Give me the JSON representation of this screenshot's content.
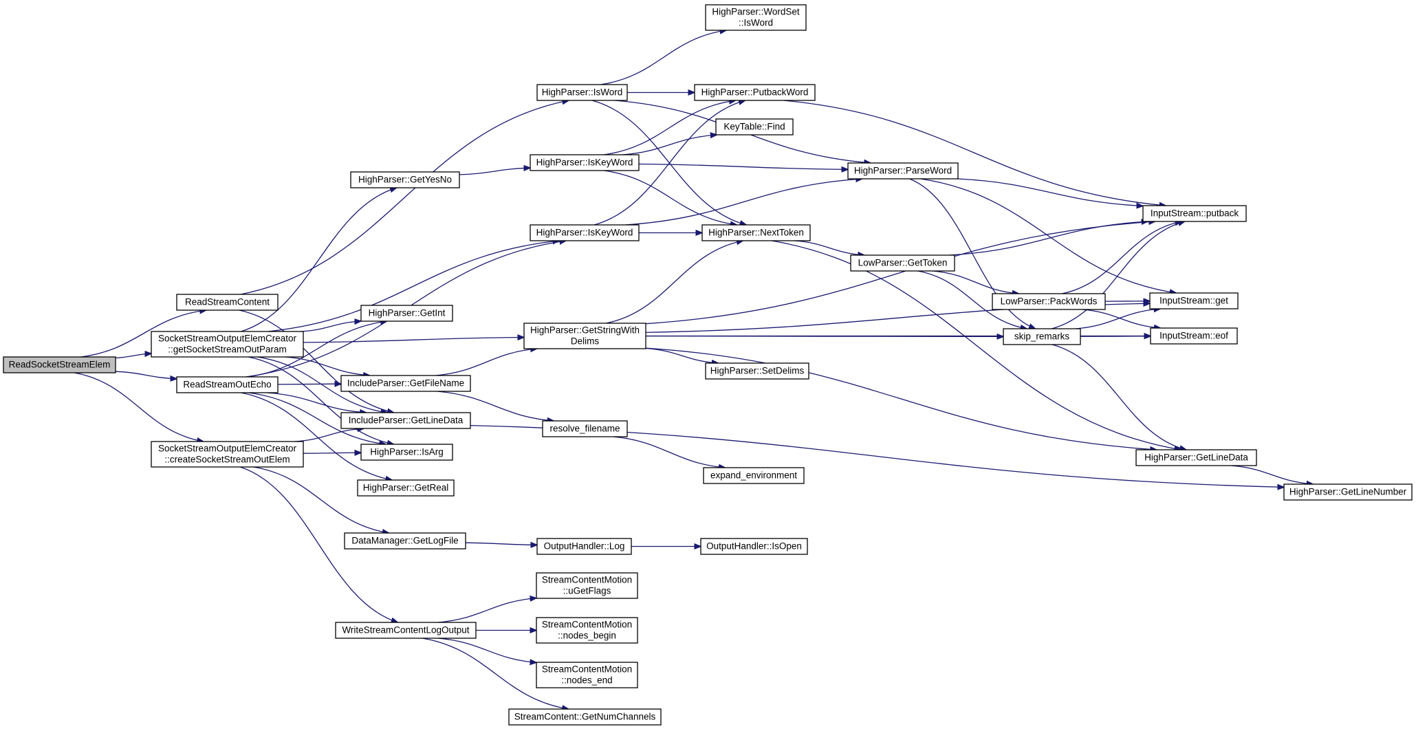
{
  "graph": {
    "nodes": [
      {
        "id": "root",
        "lines": [
          "ReadSocketStreamElem"
        ],
        "root": true
      },
      {
        "id": "rsc",
        "lines": [
          "ReadStreamContent"
        ]
      },
      {
        "id": "getsock",
        "lines": [
          "SocketStreamOutputElemCreator",
          "::getSocketStreamOutParam"
        ]
      },
      {
        "id": "echo",
        "lines": [
          "ReadStreamOutEcho"
        ]
      },
      {
        "id": "create",
        "lines": [
          "SocketStreamOutputElemCreator",
          "::createSocketStreamOutElem"
        ]
      },
      {
        "id": "yesno",
        "lines": [
          "HighParser::GetYesNo"
        ]
      },
      {
        "id": "getint",
        "lines": [
          "HighParser::GetInt"
        ]
      },
      {
        "id": "ipfile",
        "lines": [
          "IncludeParser::GetFileName"
        ]
      },
      {
        "id": "ipline",
        "lines": [
          "IncludeParser::GetLineData"
        ]
      },
      {
        "id": "isarg",
        "lines": [
          "HighParser::IsArg"
        ]
      },
      {
        "id": "getreal",
        "lines": [
          "HighParser::GetReal"
        ]
      },
      {
        "id": "logfile",
        "lines": [
          "DataManager::GetLogFile"
        ]
      },
      {
        "id": "wsclo",
        "lines": [
          "WriteStreamContentLogOutput"
        ]
      },
      {
        "id": "isword",
        "lines": [
          "HighParser::IsWord"
        ]
      },
      {
        "id": "iskw1",
        "lines": [
          "HighParser::IsKeyWord"
        ]
      },
      {
        "id": "iskw2",
        "lines": [
          "HighParser::IsKeyWord"
        ]
      },
      {
        "id": "gswd",
        "lines": [
          "HighParser::GetStringWith",
          "Delims"
        ]
      },
      {
        "id": "resolve",
        "lines": [
          "resolve_filename"
        ]
      },
      {
        "id": "ohlog",
        "lines": [
          "OutputHandler::Log"
        ]
      },
      {
        "id": "ugetflags",
        "lines": [
          "StreamContentMotion",
          "::uGetFlags"
        ]
      },
      {
        "id": "nbegin",
        "lines": [
          "StreamContentMotion",
          "::nodes_begin"
        ]
      },
      {
        "id": "nend",
        "lines": [
          "StreamContentMotion",
          "::nodes_end"
        ]
      },
      {
        "id": "numch",
        "lines": [
          "StreamContent::GetNumChannels"
        ]
      },
      {
        "id": "wordset",
        "lines": [
          "HighParser::WordSet",
          "::IsWord"
        ]
      },
      {
        "id": "putbackw",
        "lines": [
          "HighParser::PutbackWord"
        ]
      },
      {
        "id": "ktfind",
        "lines": [
          "KeyTable::Find"
        ]
      },
      {
        "id": "nexttok",
        "lines": [
          "HighParser::NextToken"
        ]
      },
      {
        "id": "setdelims",
        "lines": [
          "HighParser::SetDelims"
        ]
      },
      {
        "id": "expand",
        "lines": [
          "expand_environment"
        ]
      },
      {
        "id": "isopen",
        "lines": [
          "OutputHandler::IsOpen"
        ]
      },
      {
        "id": "parseword",
        "lines": [
          "HighParser::ParseWord"
        ]
      },
      {
        "id": "gettoken",
        "lines": [
          "LowParser::GetToken"
        ]
      },
      {
        "id": "packwords",
        "lines": [
          "LowParser::PackWords"
        ]
      },
      {
        "id": "skip",
        "lines": [
          "skip_remarks"
        ]
      },
      {
        "id": "hpline",
        "lines": [
          "HighParser::GetLineData"
        ]
      },
      {
        "id": "isputback",
        "lines": [
          "InputStream::putback"
        ]
      },
      {
        "id": "isget",
        "lines": [
          "InputStream::get"
        ]
      },
      {
        "id": "iseof",
        "lines": [
          "InputStream::eof"
        ]
      },
      {
        "id": "linenum",
        "lines": [
          "HighParser::GetLineNumber"
        ]
      }
    ],
    "edges": [
      [
        "root",
        "rsc"
      ],
      [
        "root",
        "getsock"
      ],
      [
        "root",
        "echo"
      ],
      [
        "root",
        "create"
      ],
      [
        "rsc",
        "isword"
      ],
      [
        "rsc",
        "ipline"
      ],
      [
        "getsock",
        "yesno"
      ],
      [
        "getsock",
        "iskw2"
      ],
      [
        "getsock",
        "gswd"
      ],
      [
        "getsock",
        "getint"
      ],
      [
        "getsock",
        "ipfile"
      ],
      [
        "getsock",
        "ipline"
      ],
      [
        "getsock",
        "isarg"
      ],
      [
        "echo",
        "getint"
      ],
      [
        "echo",
        "iskw2"
      ],
      [
        "echo",
        "ipfile"
      ],
      [
        "echo",
        "ipline"
      ],
      [
        "echo",
        "isarg"
      ],
      [
        "echo",
        "getreal"
      ],
      [
        "create",
        "ipline"
      ],
      [
        "create",
        "isarg"
      ],
      [
        "create",
        "logfile"
      ],
      [
        "create",
        "wsclo"
      ],
      [
        "yesno",
        "iskw1"
      ],
      [
        "ipfile",
        "gswd"
      ],
      [
        "ipfile",
        "resolve"
      ],
      [
        "ipline",
        "linenum"
      ],
      [
        "logfile",
        "ohlog"
      ],
      [
        "wsclo",
        "ugetflags"
      ],
      [
        "wsclo",
        "nbegin"
      ],
      [
        "wsclo",
        "nend"
      ],
      [
        "wsclo",
        "numch"
      ],
      [
        "isword",
        "wordset"
      ],
      [
        "isword",
        "putbackw"
      ],
      [
        "isword",
        "parseword"
      ],
      [
        "isword",
        "nexttok"
      ],
      [
        "iskw1",
        "putbackw"
      ],
      [
        "iskw1",
        "ktfind"
      ],
      [
        "iskw1",
        "parseword"
      ],
      [
        "iskw1",
        "nexttok"
      ],
      [
        "iskw2",
        "putbackw"
      ],
      [
        "iskw2",
        "parseword"
      ],
      [
        "iskw2",
        "nexttok"
      ],
      [
        "gswd",
        "nexttok"
      ],
      [
        "gswd",
        "isputback"
      ],
      [
        "gswd",
        "skip"
      ],
      [
        "gswd",
        "isget"
      ],
      [
        "gswd",
        "setdelims"
      ],
      [
        "gswd",
        "iseof"
      ],
      [
        "gswd",
        "hpline"
      ],
      [
        "resolve",
        "expand"
      ],
      [
        "ohlog",
        "isopen"
      ],
      [
        "putbackw",
        "isputback"
      ],
      [
        "nexttok",
        "gettoken"
      ],
      [
        "nexttok",
        "hpline"
      ],
      [
        "parseword",
        "isputback"
      ],
      [
        "parseword",
        "skip"
      ],
      [
        "parseword",
        "isget"
      ],
      [
        "gettoken",
        "isputback"
      ],
      [
        "gettoken",
        "packwords"
      ],
      [
        "gettoken",
        "skip"
      ],
      [
        "packwords",
        "isputback"
      ],
      [
        "packwords",
        "isget"
      ],
      [
        "packwords",
        "iseof"
      ],
      [
        "skip",
        "isputback"
      ],
      [
        "skip",
        "isget"
      ],
      [
        "skip",
        "iseof"
      ],
      [
        "skip",
        "hpline"
      ],
      [
        "hpline",
        "linenum"
      ]
    ]
  }
}
